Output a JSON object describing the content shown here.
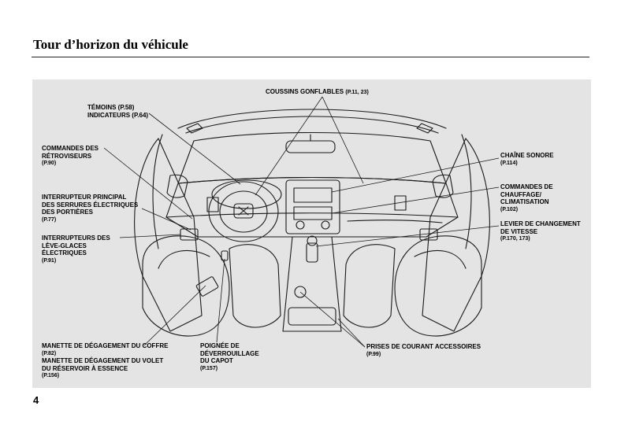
{
  "page": {
    "title": "Tour d’horizon du véhicule",
    "number": "4"
  },
  "labels": {
    "airbags": {
      "name": "COUSSINS GONFLABLES",
      "ref": "(P.11, 23)"
    },
    "indicators": {
      "line1": "TÉMOINS (P.58)",
      "line2": "INDICATEURS (P.64)"
    },
    "mirror_controls": {
      "line1": "COMMANDES DES",
      "line2": "RÉTROVISEURS",
      "ref": "(P.90)"
    },
    "door_lock_switch": {
      "line1": "INTERRUPTEUR PRINCIPAL",
      "line2": "DES SERRURES ÉLECTRIQUES",
      "line3": "DES PORTIÈRES",
      "ref": "(P.77)"
    },
    "window_switches": {
      "line1": "INTERRUPTEURS DES",
      "line2": "LÈVE-GLACES",
      "line3": "ÉLECTRIQUES",
      "ref": "(P.91)"
    },
    "trunk_fuel_release": {
      "line1": "MANETTE DE DÉGAGEMENT DU COFFRE",
      "ref1": "(P.82)",
      "line2": "MANETTE DE DÉGAGEMENT DU VOLET",
      "line3": "DU RÉSERVOIR À ESSENCE",
      "ref2": "(P.156)"
    },
    "hood_release": {
      "line1": "POIGNÉE DE",
      "line2": "DÉVERROUILLAGE",
      "line3": "DU CAPOT",
      "ref": "(P.157)"
    },
    "audio": {
      "name": "CHAÎNE SONORE",
      "ref": "(P.114)"
    },
    "climate": {
      "line1": "COMMANDES DE",
      "line2": "CHAUFFAGE/",
      "line3": "CLIMATISATION",
      "ref": "(P.102)"
    },
    "shift_lever": {
      "line1": "LEVIER DE CHANGEMENT",
      "line2": "DE VITESSE",
      "ref": "(P.170, 173)"
    },
    "power_outlets": {
      "name": "PRISES DE COURANT ACCESSOIRES",
      "ref": "(P.99)"
    }
  }
}
